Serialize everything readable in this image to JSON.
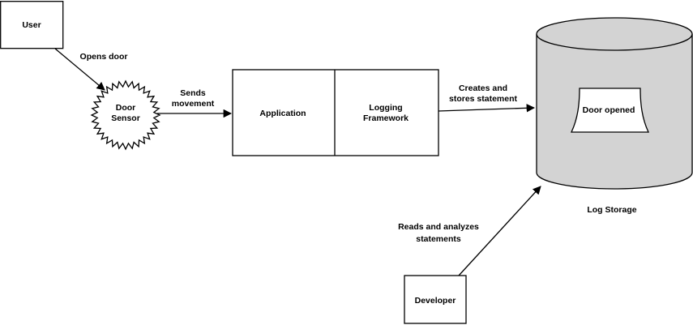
{
  "colors": {
    "line": "#000000",
    "background": "#ffffff",
    "storage_fill": "#d3d3d3",
    "shape_fill": "#ffffff"
  },
  "nodes": {
    "user": {
      "label": "User"
    },
    "door_sensor": {
      "label_line1": "Door",
      "label_line2": "Sensor"
    },
    "application": {
      "label": "Application"
    },
    "logging_framework": {
      "label_line1": "Logging",
      "label_line2": "Framework"
    },
    "log_storage": {
      "label": "Log Storage",
      "document_label": "Door opened"
    },
    "developer": {
      "label": "Developer"
    }
  },
  "edges": {
    "opens_door": {
      "label": "Opens door"
    },
    "sends_movement": {
      "label_line1": "Sends",
      "label_line2": "movement"
    },
    "creates_stores": {
      "label_line1": "Creates and",
      "label_line2": "stores statement"
    },
    "reads_analyzes": {
      "label_line1": "Reads and analyzes",
      "label_line2": "statements"
    }
  }
}
